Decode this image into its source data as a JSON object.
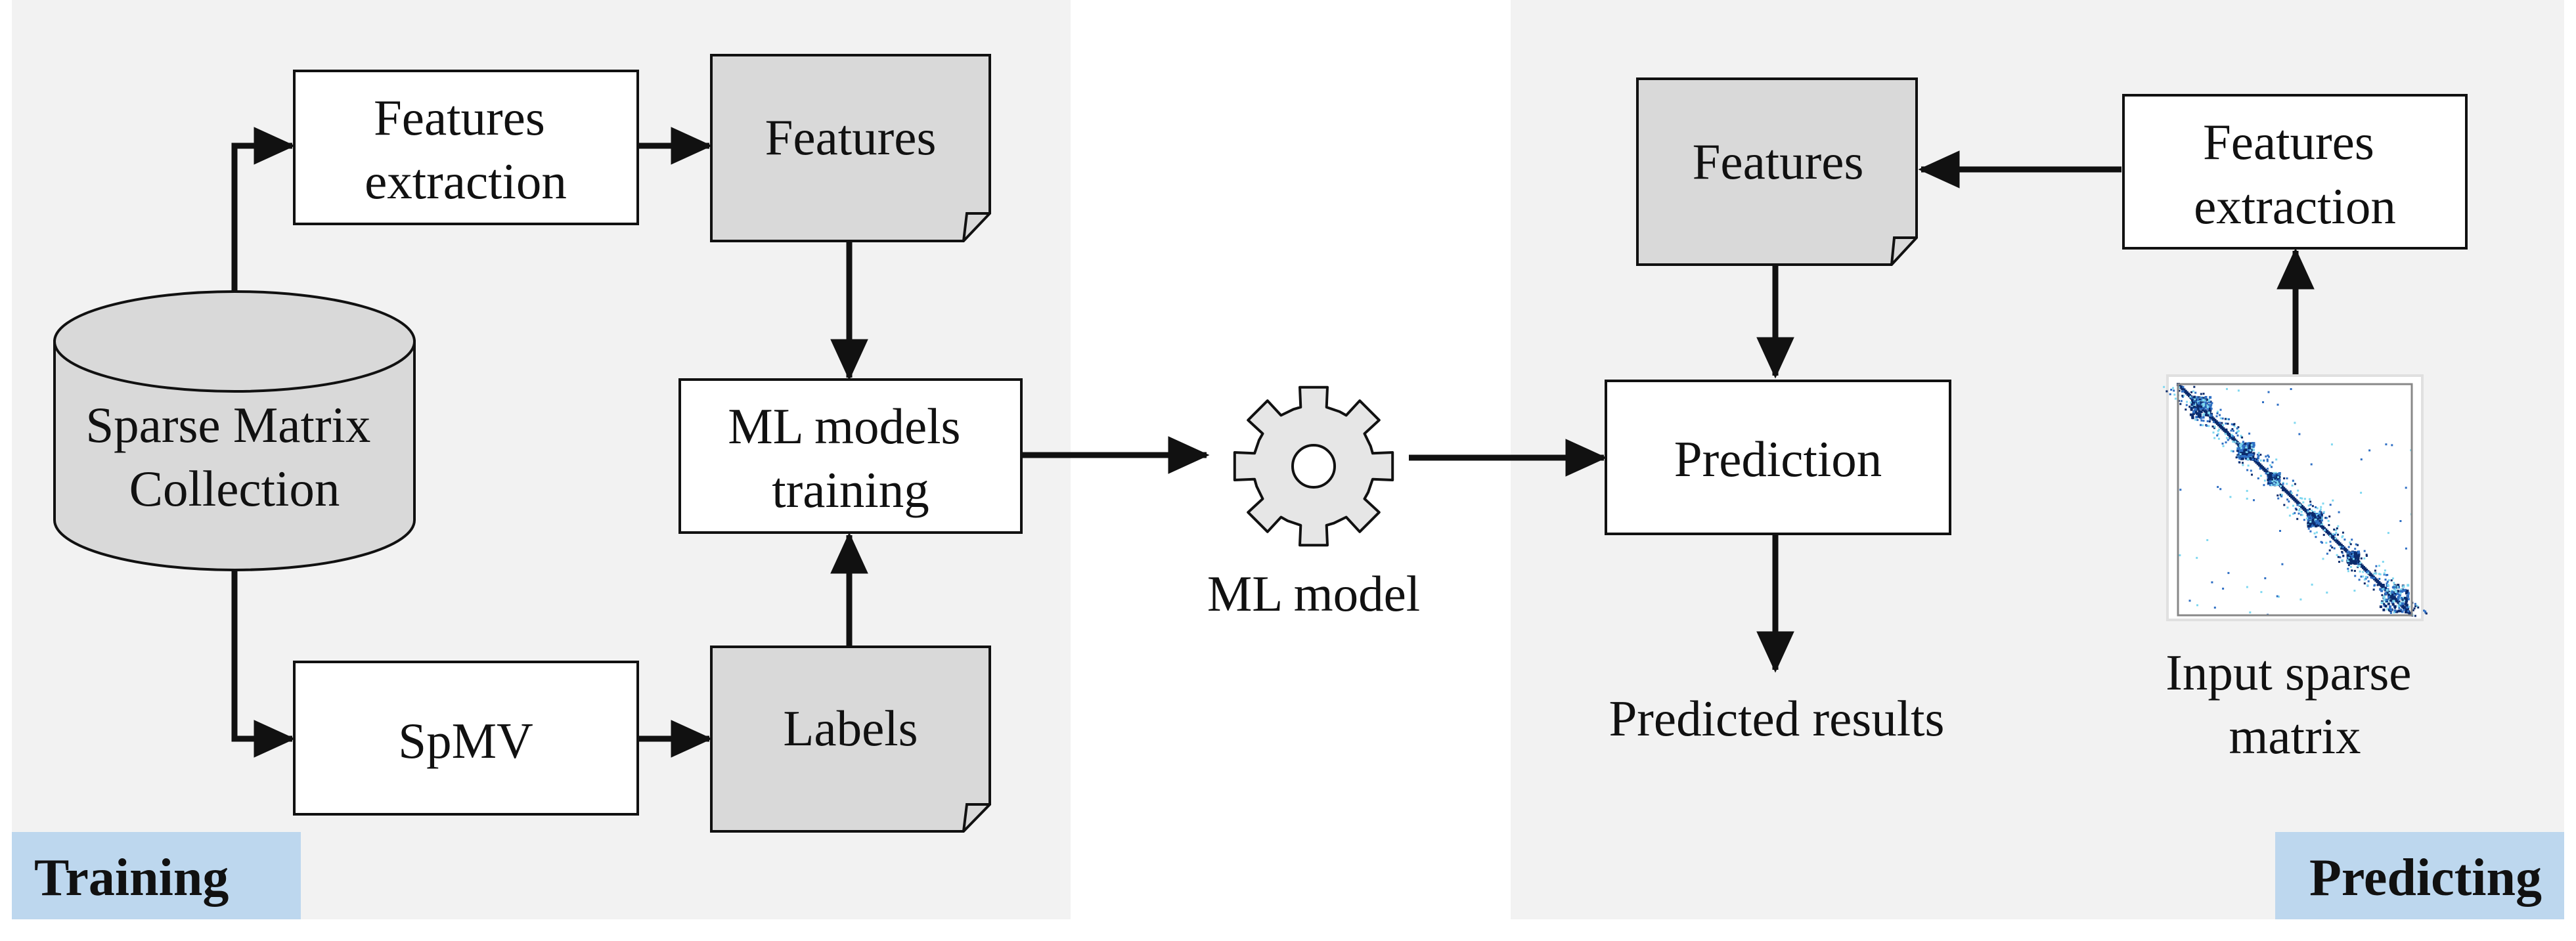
{
  "panels": {
    "training": "Training",
    "predicting": "Predicting"
  },
  "nodes": {
    "sparse_matrix_collection": [
      "Sparse Matrix",
      "Collection"
    ],
    "features_extraction_train": [
      "Features",
      "extraction"
    ],
    "features_train": [
      "Features"
    ],
    "ml_models_training": [
      "ML models",
      "training"
    ],
    "spmv": [
      "SpMV"
    ],
    "labels": [
      "Labels"
    ],
    "ml_model": [
      "ML model"
    ],
    "prediction": [
      "Prediction"
    ],
    "features_predict": [
      "Features"
    ],
    "features_extraction_predict": [
      "Features",
      "extraction"
    ],
    "predicted_results": [
      "Predicted results"
    ],
    "input_sparse_matrix": [
      "Input sparse",
      "matrix"
    ]
  },
  "colors": {
    "panel_bg": "#f2f2f2",
    "panel_label_bg": "#bdd7ee",
    "doc_fill": "#d9d9d9",
    "stroke": "#111111",
    "gear_fill": "#e6e6e6",
    "matrix_dark": "#0b2a6b",
    "matrix_mid": "#2f6fc4",
    "matrix_light": "#7fd8f0"
  },
  "icons": [
    "database-cylinder-icon",
    "gear-icon",
    "sparse-matrix-icon",
    "document-icon"
  ]
}
